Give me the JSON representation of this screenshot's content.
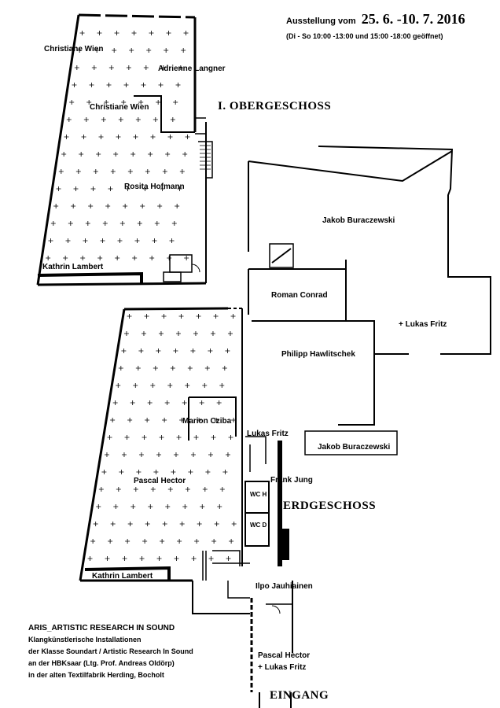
{
  "header": {
    "ausstellung_label": "Ausstellung vom",
    "dates": "25. 6. -10. 7. 2016",
    "hours": "(Di - So 10:00 -13:00 und 15:00 -18:00 geöffnet)"
  },
  "floors": {
    "upper": "I. OBERGESCHOSS",
    "ground": "ERDGESCHOSS",
    "entrance": "EINGANG"
  },
  "upper_rooms": {
    "christiane_wien_top": "Christiane Wien",
    "adrienne_langner": "Adrienne Langner",
    "christiane_wien_mid": "Christiane Wien",
    "rosita_hofmann": "Rosita Hofmann",
    "kathrin_lambert": "Kathrin Lambert"
  },
  "ground_rooms": {
    "jakob_buraczewski_top": "Jakob Buraczewski",
    "roman_conrad": "Roman Conrad",
    "lukas_fritz_right": "+ Lukas Fritz",
    "philipp_hawlitschek": "Philipp Hawlitschek",
    "marion_cziba": "Marion Cziba",
    "lukas_fritz_mid": "Lukas Fritz",
    "jakob_buraczewski_small": "Jakob Buraczewski",
    "frank_jung": "Frank Jung",
    "pascal_hector": "Pascal Hector",
    "wc_h": "WC H",
    "wc_d": "WC D",
    "ilpo_jauhiainen": "Ilpo Jauhiainen",
    "kathrin_lambert": "Kathrin Lambert",
    "pascal_hector_entrance": "Pascal Hector",
    "lukas_fritz_entrance": "+ Lukas Fritz"
  },
  "credits": {
    "title": "ARIS_ARTISTIC RESEARCH IN SOUND",
    "line1": "Klangkünstlerische Installationen",
    "line2": "der Klasse Soundart / Artistic Research In Sound",
    "line3": "an der HBKsaar (Ltg. Prof. Andreas Oldörp)",
    "line4": "in der alten Textilfabrik Herding, Bocholt"
  }
}
